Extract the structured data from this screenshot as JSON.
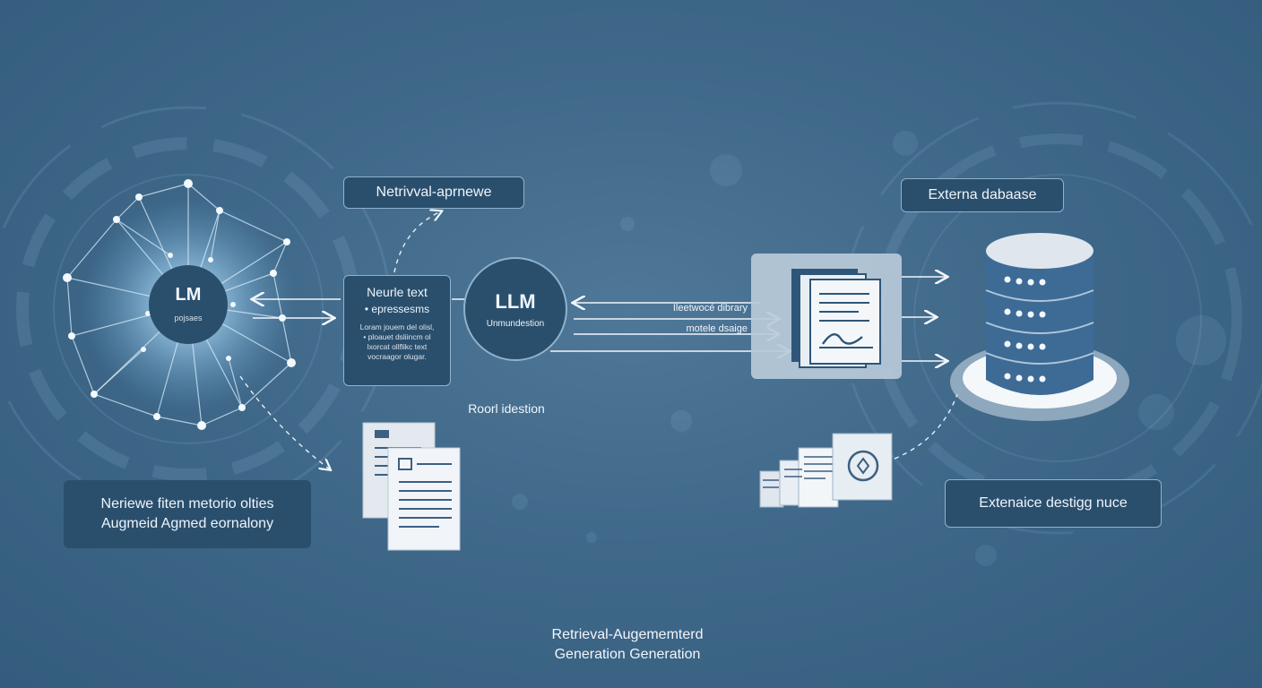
{
  "labels": {
    "retrieval_top": "Netrivval-aprnewe",
    "external_db": "Externa dabaase",
    "neural_box_title": "Neurle text",
    "neural_box_sub": "• epressesms",
    "neural_box_body": [
      "Loram jouem del olisl,",
      "• ploauet dsliincm ol",
      "lxorcat ollflikc text",
      "vocraagor olugar."
    ],
    "llm_center_title": "LLM",
    "llm_center_sub": "Unmundestion",
    "lm_left_title": "LM",
    "lm_left_sub": "pojsaes",
    "arrow_label_1": "Ileetwocé dibrary",
    "arrow_label_2": "motele dsaige",
    "root_label": "Roorl idestion",
    "bottom_left_line1": "Neriewe fiten metorio olties",
    "bottom_left_line2": "Augmeid Agmed eornalony",
    "bottom_right": "Extenaice destigg nuce",
    "caption_line1": "Retrieval-Augememterd",
    "caption_line2": "Generation Generation"
  },
  "colors": {
    "background": "#3f6889",
    "panel": "#2a4f6d",
    "panel_border": "#8fb2cc",
    "glow": "#bfe3ff",
    "database_body": "#3d6b96",
    "database_top": "#dfe6ee"
  },
  "icons": [
    "neural-network-icon",
    "document-stack-icon",
    "database-icon",
    "file-stack-icon",
    "diamond-badge-icon"
  ]
}
